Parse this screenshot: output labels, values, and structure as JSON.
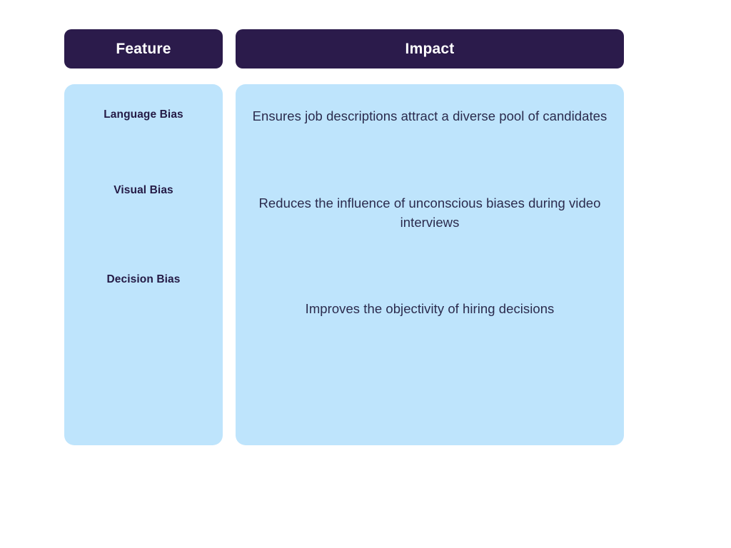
{
  "page": {
    "background_color": "#ffffff",
    "title": "Feature Impact Comparison Table"
  },
  "theme": {
    "header_bg": "#2b1b4b",
    "header_text": "#ffffff",
    "body_bg": "#bee4fc",
    "feature_text": "#241a45",
    "impact_text": "#2b2b4d"
  },
  "table": {
    "columns": [
      {
        "key": "feature",
        "header": "Feature"
      },
      {
        "key": "impact",
        "header": "Impact"
      }
    ],
    "rows": [
      {
        "feature": "Language Bias",
        "impact": "Ensures job descriptions attract a diverse pool of candidates"
      },
      {
        "feature": "Visual Bias",
        "impact": "Reduces the influence of unconscious biases during video interviews"
      },
      {
        "feature": "Decision Bias",
        "impact": "Improves the objectivity of hiring decisions"
      }
    ]
  }
}
